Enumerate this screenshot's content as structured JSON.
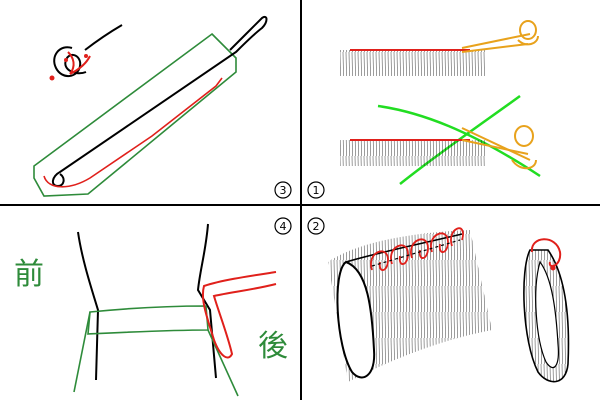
{
  "steps": {
    "top_left": "3",
    "top_right": "1",
    "bottom_left": "4",
    "bottom_right": "2"
  },
  "labels": {
    "front": "前",
    "back": "後"
  },
  "colors": {
    "outline": "#000000",
    "red": "#e0201b",
    "green": "#2e8b3a",
    "bright_green": "#22dd22",
    "orange": "#e8a21c"
  }
}
